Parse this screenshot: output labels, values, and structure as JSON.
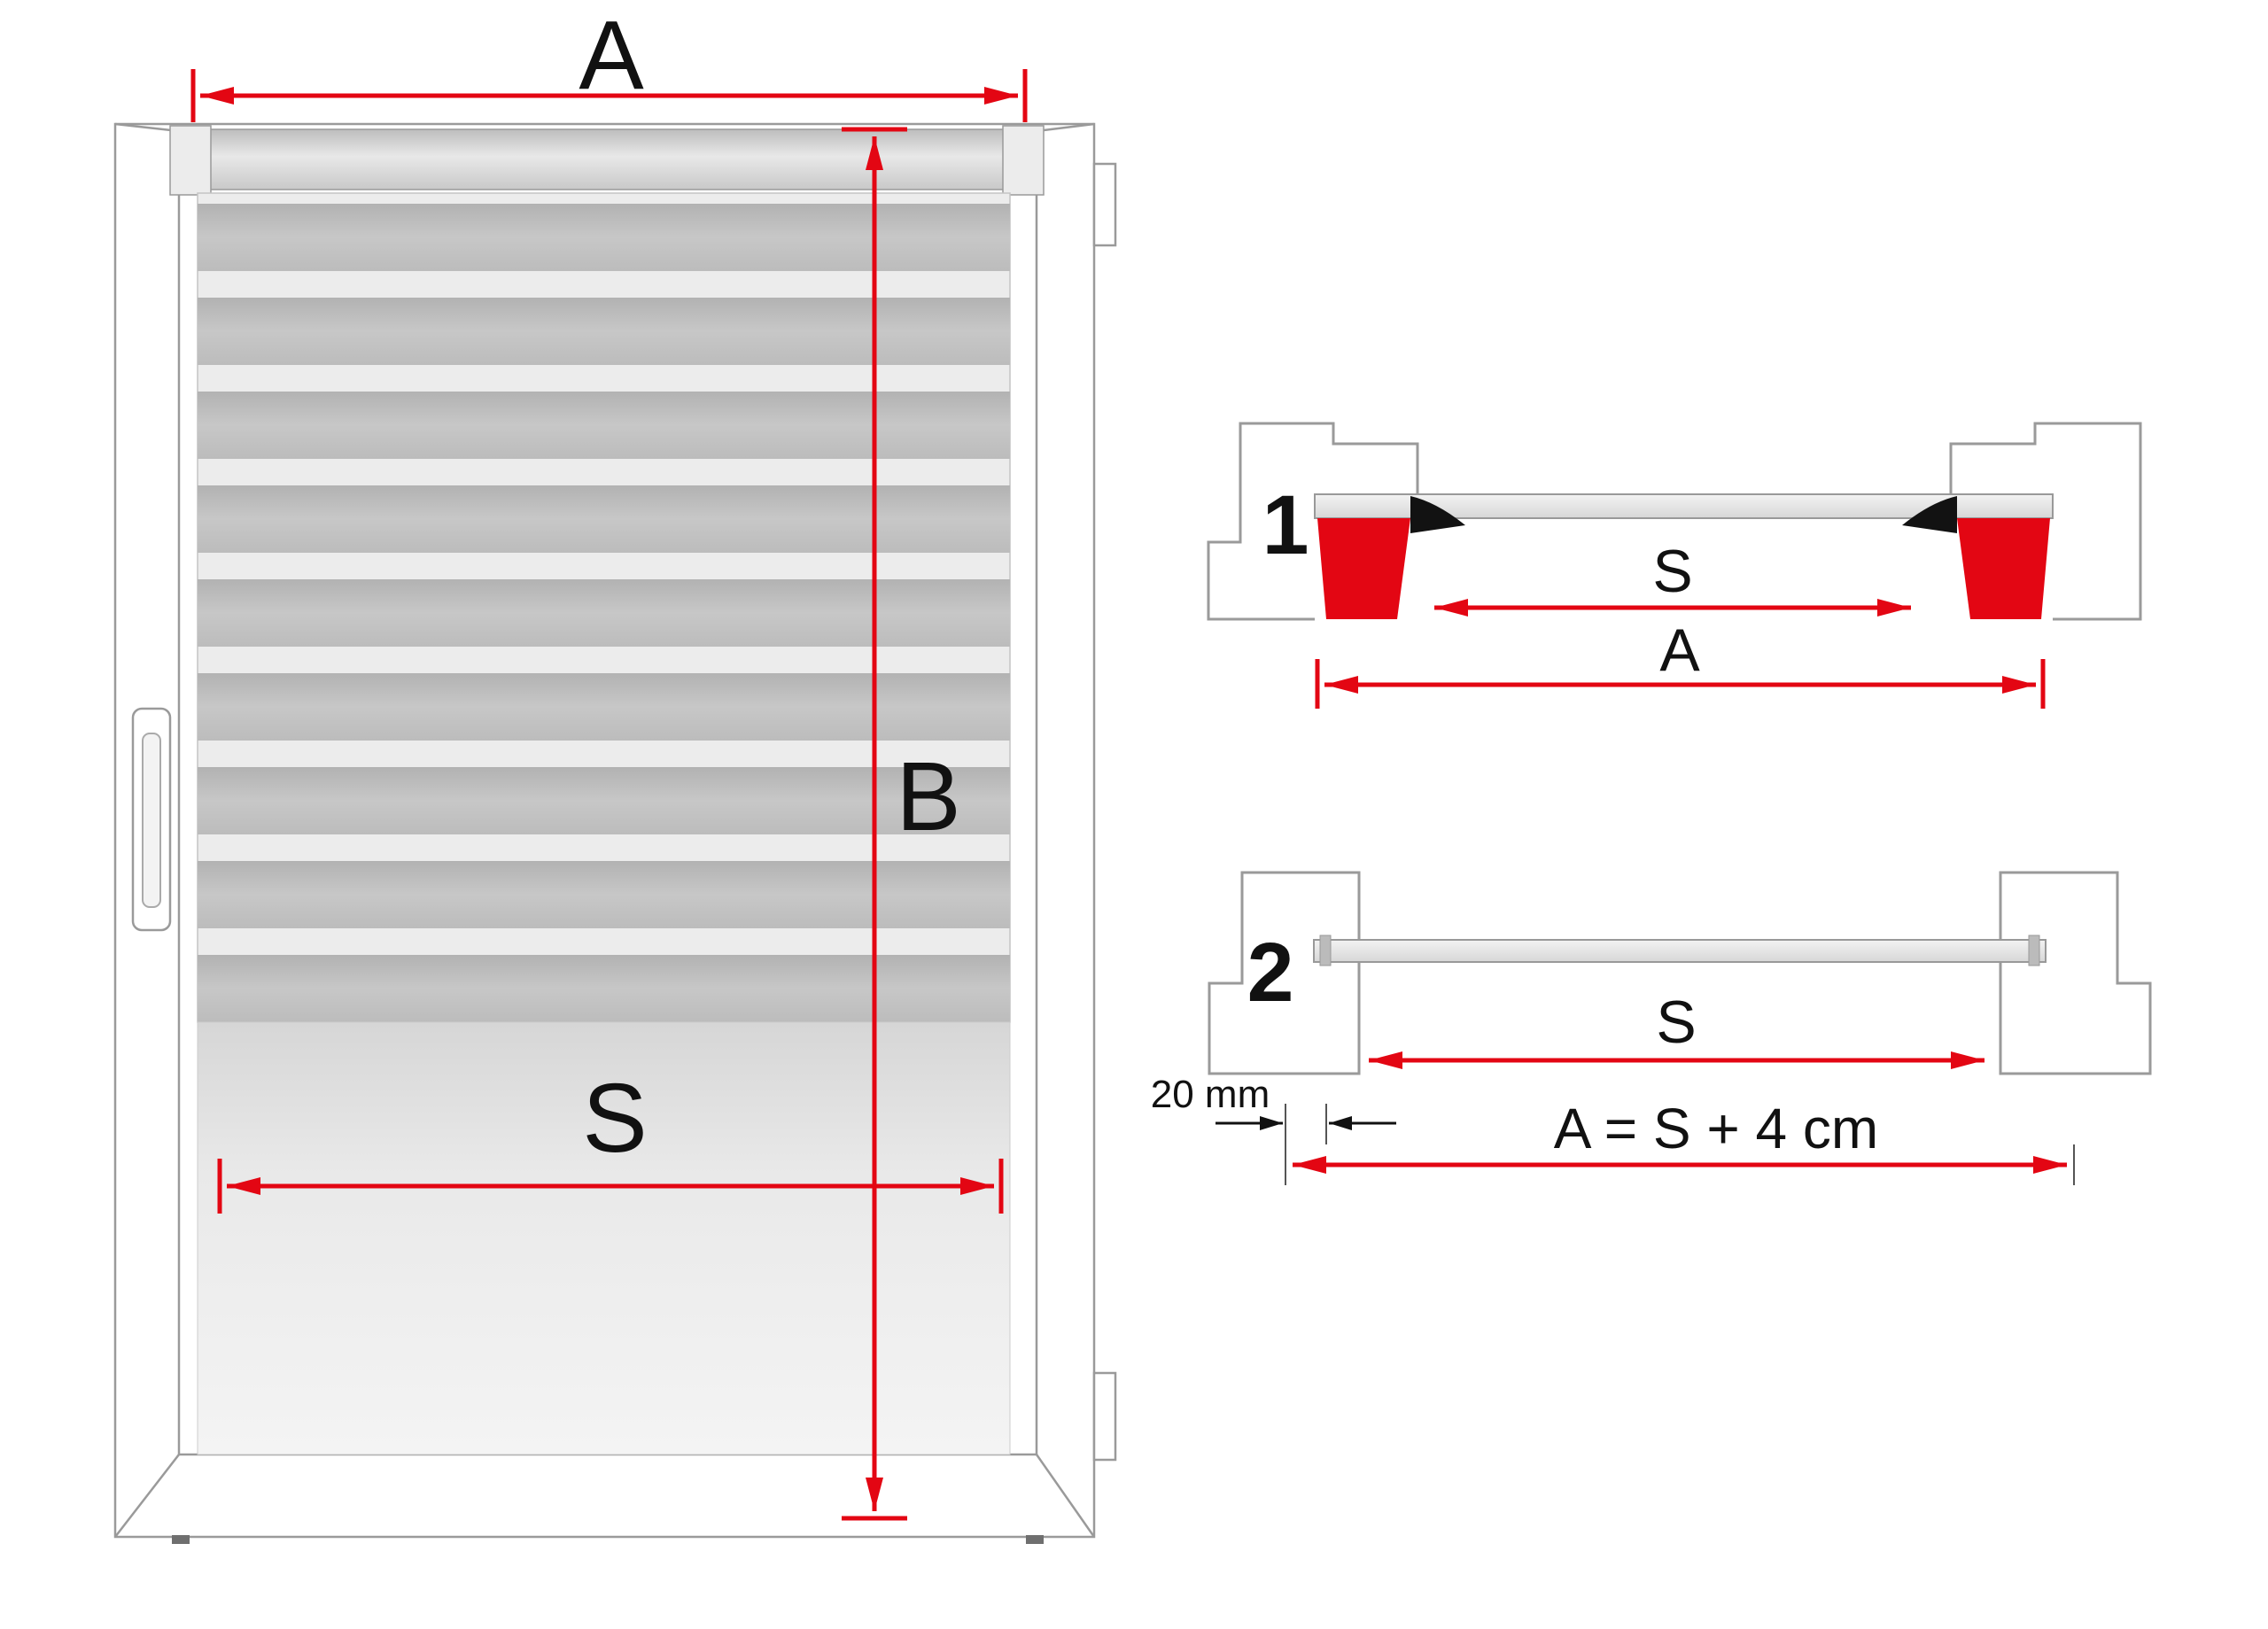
{
  "colors": {
    "accent": "#e30613",
    "line": "#111111",
    "frame_stroke": "#9a9a9a"
  },
  "window": {
    "dim_a": "A",
    "dim_b": "B",
    "dim_s": "S"
  },
  "section1": {
    "num": "1",
    "dim_s": "S",
    "dim_a": "A"
  },
  "section2": {
    "num": "2",
    "dim_s": "S",
    "offset": "20 mm",
    "formula": "A = S + 4 cm"
  }
}
